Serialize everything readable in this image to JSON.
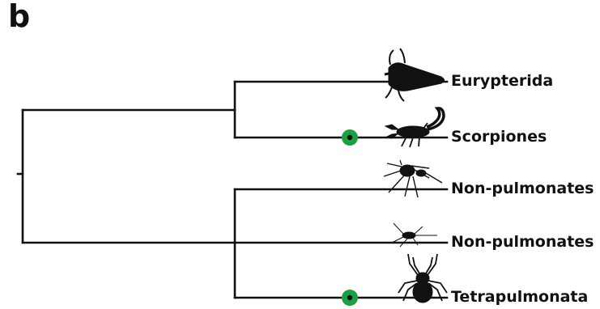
{
  "figure": {
    "panel_label": "b",
    "taxa": [
      {
        "id": "eurypterida",
        "label": "Eurypterida",
        "icon": "eurypterid-silhouette-icon",
        "marker": false
      },
      {
        "id": "scorpiones",
        "label": "Scorpiones",
        "icon": "scorpion-silhouette-icon",
        "marker": true
      },
      {
        "id": "non-pulmonates-1",
        "label": "Non-pulmonates",
        "icon": "long-legged-arachnid-silhouette-icon",
        "marker": false
      },
      {
        "id": "non-pulmonates-2",
        "label": "Non-pulmonates",
        "icon": "small-arachnid-silhouette-icon",
        "marker": false
      },
      {
        "id": "tetrapulmonata",
        "label": "Tetrapulmonata",
        "icon": "spider-silhouette-icon",
        "marker": true
      }
    ],
    "marker_color": "#1e9e3e",
    "line_color": "#111111"
  }
}
